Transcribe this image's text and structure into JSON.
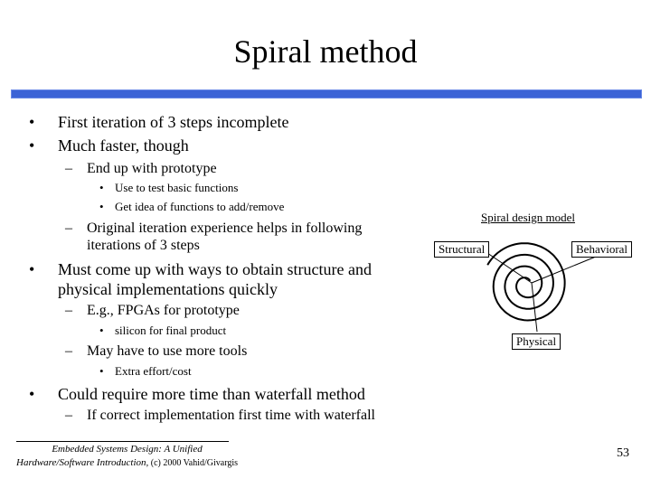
{
  "slide": {
    "title": "Spiral method",
    "bullets": {
      "b1": "First iteration of 3 steps incomplete",
      "b2": "Much faster, though",
      "b2_sub1": "End up with prototype",
      "b2_sub1_a": "Use to test basic functions",
      "b2_sub1_b": "Get idea of functions to add/remove",
      "b2_sub2_line1": "Original iteration experience helps in following",
      "b2_sub2_line2": "iterations of 3 steps",
      "b3_line1": "Must come up with ways to obtain structure and",
      "b3_line2": "physical implementations quickly",
      "b3_sub1": "E.g., FPGAs for prototype",
      "b3_sub1_a": "silicon for final product",
      "b3_sub2": "May have to use more tools",
      "b3_sub2_a": "Extra effort/cost",
      "b4": "Could require more time than waterfall method",
      "b4_sub1": "If correct implementation first time with waterfall"
    },
    "markers": {
      "level1": "•",
      "level2": "–",
      "level3": "•"
    },
    "colors": {
      "title_bar": "#3b63d6"
    }
  },
  "diagram": {
    "caption": "Spiral design model",
    "labels": {
      "structural": "Structural",
      "behavioral": "Behavioral",
      "physical": "Physical"
    }
  },
  "footer": {
    "line1": "Embedded Systems Design: A Unified",
    "line2_italic": "Hardware/Software Introduction,",
    "line2_plain": " (c) 2000 Vahid/Givargis",
    "page_number": "53"
  }
}
